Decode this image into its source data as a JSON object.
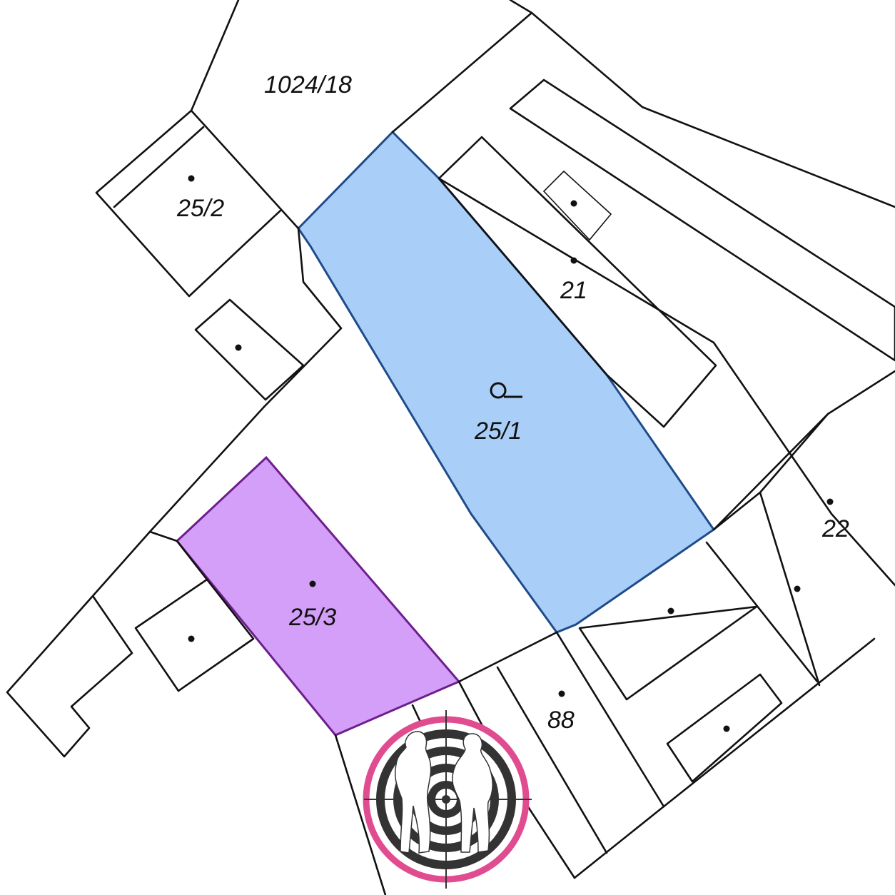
{
  "parcels": {
    "p1024_18": "1024/18",
    "p25_2": "25/2",
    "p21": "21",
    "p25_1": "25/1",
    "p22": "22",
    "p25_3": "25/3",
    "p88": "88"
  },
  "colors": {
    "highlight_blue_fill": "#a9cff9",
    "highlight_blue_stroke": "#1f4b8a",
    "highlight_purple_fill": "#d39ff9",
    "highlight_purple_stroke": "#6e1e8c",
    "logo_ring": "#e04c8f",
    "logo_dark": "#333333"
  },
  "icons": {
    "parcel_symbol": "garden-symbol-icon",
    "logo": "target-logo-icon"
  }
}
